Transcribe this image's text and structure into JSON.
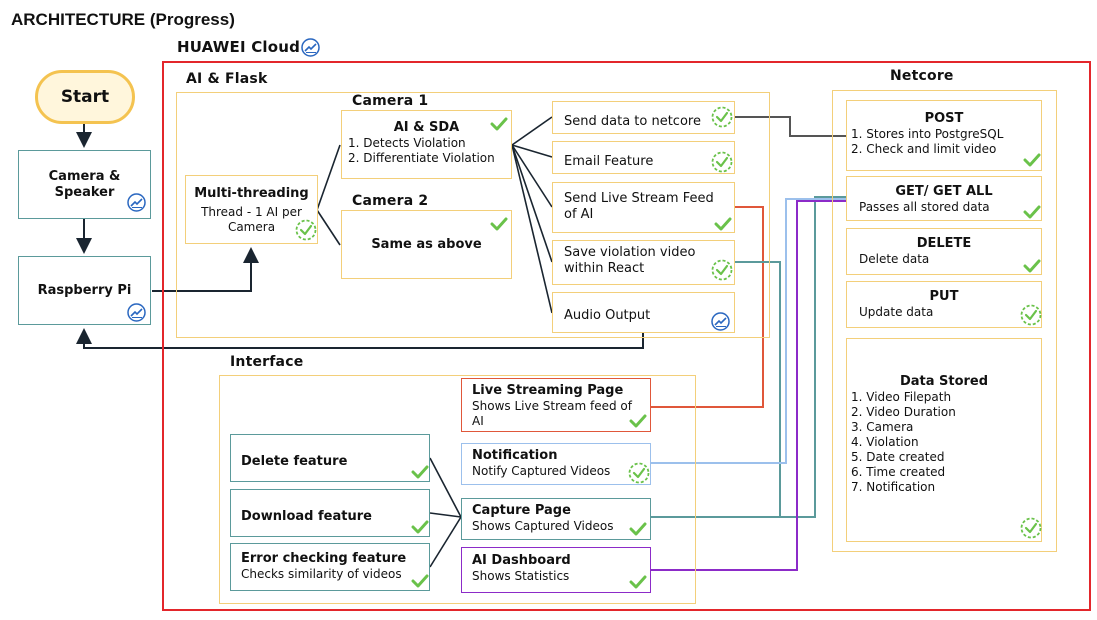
{
  "header": {
    "title": "ARCHITECTURE (Progress)"
  },
  "cloud": {
    "label": "HUAWEI Cloud"
  },
  "left": {
    "start": "Start",
    "camera_speaker": "Camera & Speaker",
    "raspberry": "Raspberry Pi"
  },
  "ai_flask": {
    "label": "AI & Flask",
    "multithreading": {
      "title": "Multi-threading",
      "desc": "Thread - 1 AI per Camera"
    },
    "camera1": {
      "label": "Camera 1",
      "title": "AI & SDA",
      "line1": "1. Detects Violation",
      "line2": "2. Differentiate Violation"
    },
    "camera2": {
      "label": "Camera 2",
      "title": "Same as above"
    },
    "outputs": {
      "send_netcore": "Send data to netcore",
      "email": "Email Feature",
      "live_stream": "Send Live Stream Feed of AI",
      "save_video": "Save violation video within React",
      "audio": "Audio Output"
    }
  },
  "netcore": {
    "label": "Netcore",
    "post": {
      "title": "POST",
      "line1": "1. Stores into PostgreSQL",
      "line2": "2. Check and limit video"
    },
    "get": {
      "title": "GET/ GET ALL",
      "desc": "Passes all stored data"
    },
    "delete": {
      "title": "DELETE",
      "desc": "Delete data"
    },
    "put": {
      "title": "PUT",
      "desc": "Update data"
    },
    "data_stored": {
      "title": "Data Stored",
      "items": [
        "1. Video Filepath",
        "2. Video Duration",
        "3. Camera",
        "4. Violation",
        "5. Date created",
        "6. Time created",
        "7. Notification"
      ]
    }
  },
  "interface": {
    "label": "Interface",
    "live_page": {
      "title": "Live Streaming Page",
      "desc": "Shows Live Stream feed of AI"
    },
    "notification": {
      "title": "Notification",
      "desc": "Notify Captured Videos"
    },
    "capture": {
      "title": "Capture Page",
      "desc": "Shows Captured Videos"
    },
    "dashboard": {
      "title": "AI Dashboard",
      "desc": "Shows Statistics"
    },
    "delete_feature": "Delete feature",
    "download_feature": "Download feature",
    "error_check": {
      "title": "Error checking feature",
      "desc": "Checks similarity of videos"
    }
  },
  "colors": {
    "cloud_border": "#e3262b",
    "gold": "#f3cf7a",
    "teal": "#5b9a9b",
    "red_line": "#e0573a",
    "blue_line": "#9cc0ec",
    "purple_line": "#8c2bc8",
    "check": "#6ac24a",
    "start_fill": "#fff6dc"
  }
}
